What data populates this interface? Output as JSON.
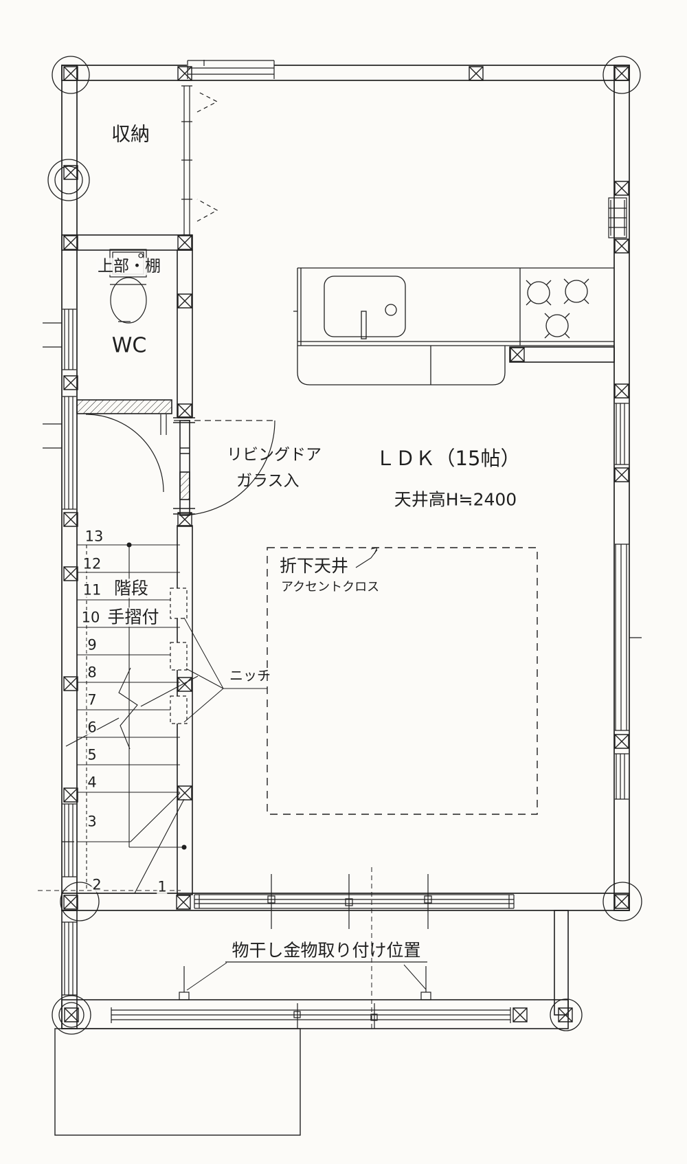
{
  "colors": {
    "ink": "#1f1f1f",
    "paper": "#fcfbf8"
  },
  "rooms": {
    "storage": "収納",
    "upper_shelf": "上部・棚",
    "wc": "WC",
    "ldk": "ＬＤＫ（15帖）"
  },
  "annotations": {
    "living_door_line1": "リビングドア",
    "living_door_line2": "ガラス入",
    "ceiling_height": "天井高H≒2400",
    "dropped_ceiling": "折下天井",
    "accent_cloth": "アクセントクロス",
    "stairs": "階段",
    "handrail": "手摺付",
    "niche": "ニッチ",
    "laundry_hardware": "物干し金物取り付け位置"
  },
  "stairs": {
    "numbers": [
      "1",
      "2",
      "3",
      "4",
      "5",
      "6",
      "7",
      "8",
      "9",
      "10",
      "11",
      "12",
      "13"
    ]
  }
}
